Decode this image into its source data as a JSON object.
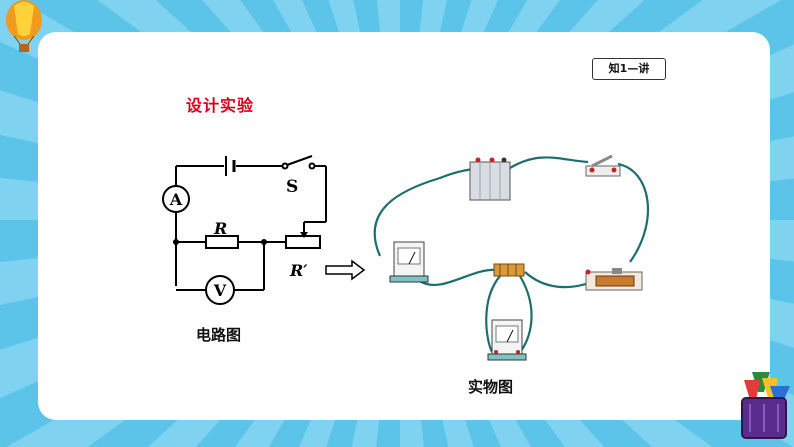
{
  "badge": "知1—讲",
  "title": "设计实验",
  "circuit_caption": "电路图",
  "physical_caption": "实物图",
  "labels": {
    "ammeter": "A",
    "voltmeter": "V",
    "switch": "S",
    "resistor": "R",
    "rheostat": "R′"
  },
  "colors": {
    "title": "#d6001c",
    "wire": "#1f6e6e",
    "panel": "#ffffff",
    "sky": "#5cc4e8"
  }
}
